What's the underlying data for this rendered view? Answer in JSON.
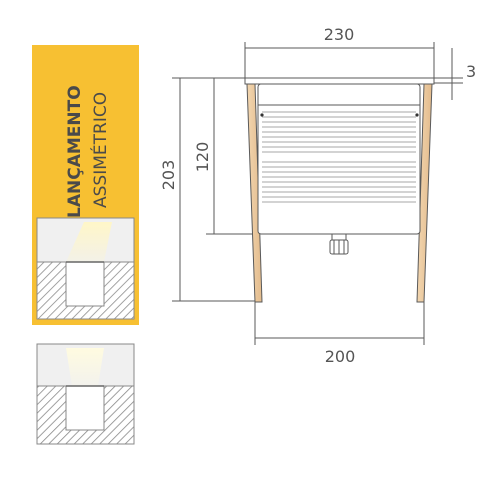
{
  "colors": {
    "accent": "#f7c032",
    "line": "#5a5a5a",
    "wood": "#e9c8a0",
    "text": "#4a4a4a"
  },
  "side_panel": {
    "title": "LANÇAMENTO",
    "subtitle": "ASSIMÉTRICO"
  },
  "dimensions": {
    "top_width": "230",
    "flange_height": "3",
    "total_height": "203",
    "body_height": "120",
    "bottom_width": "200"
  }
}
